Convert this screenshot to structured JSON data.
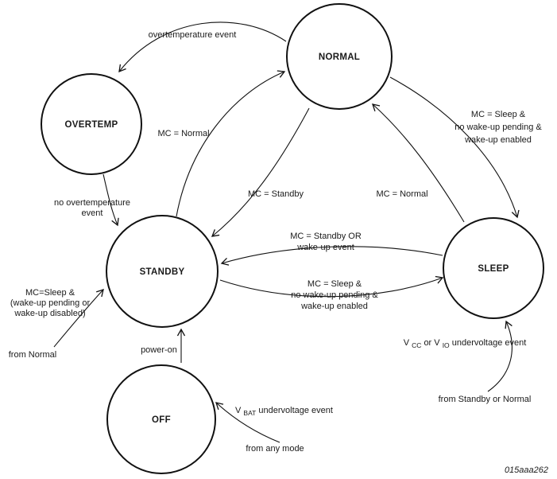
{
  "caption": "015aaa262",
  "states": {
    "normal": "NORMAL",
    "overtemp": "OVERTEMP",
    "standby": "STANDBY",
    "sleep": "SLEEP",
    "off": "OFF"
  },
  "edges": {
    "normal_to_overtemp": "overtemperature event",
    "overtemp_to_standby": [
      "no overtemperature",
      "event"
    ],
    "standby_to_normal": "MC = Normal",
    "normal_to_standby": "MC = Standby",
    "normal_to_sleep": [
      "MC = Sleep &",
      "no wake-up pending &",
      "wake-up enabled"
    ],
    "sleep_to_normal": "MC = Normal",
    "sleep_to_standby": [
      "MC = Standby OR",
      "wake-up event"
    ],
    "standby_to_sleep": [
      "MC = Sleep &",
      "no wake-up pending &",
      "wake-up enabled"
    ],
    "left_to_standby": [
      "MC=Sleep &",
      "(wake-up pending or",
      "wake-up disabled)"
    ],
    "left_to_standby_source": "from Normal",
    "off_to_standby": "power-on",
    "to_off": {
      "pre": "V",
      "sub": "BAT",
      "post": " undervoltage event"
    },
    "to_off_source": "from any mode",
    "to_sleep": {
      "p1": "V",
      "s1": "CC",
      "p2": " or V",
      "s2": "IO",
      "p3": " undervoltage event"
    },
    "to_sleep_source": "from Standby or Normal"
  }
}
